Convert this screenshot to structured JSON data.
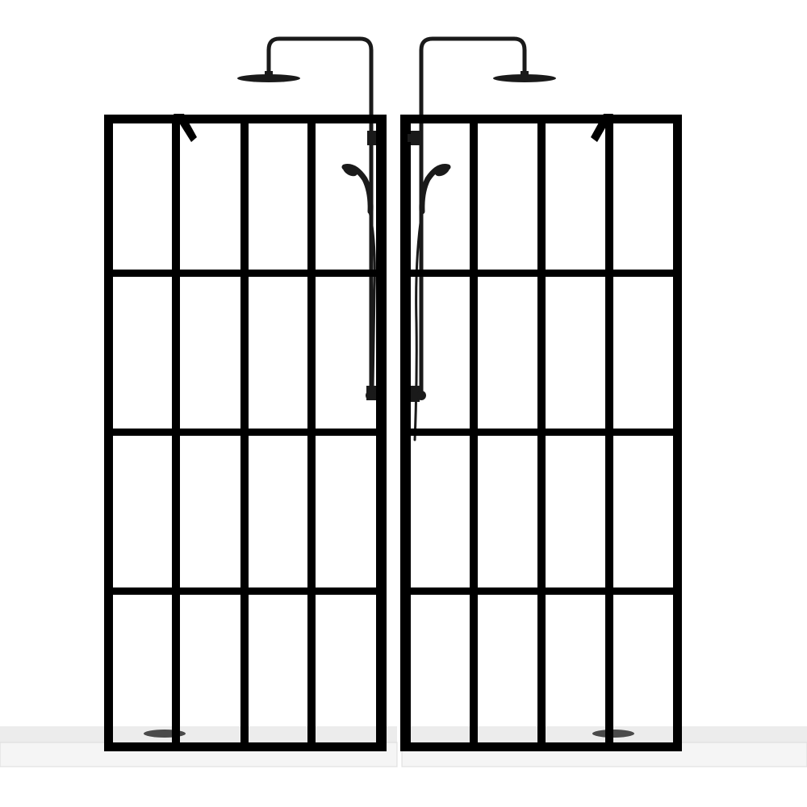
{
  "scene": {
    "subject": "two-grid-framed-shower-screens",
    "colors": {
      "background": "#ffffff",
      "frame": "#000000",
      "fixture": "#1a1a1a",
      "tray": "#e9e9e9",
      "tray_shadow": "#d2d2d2"
    },
    "panels": [
      {
        "id": "left-panel",
        "grid_columns": 4,
        "grid_rows": 4,
        "shower_side": "right"
      },
      {
        "id": "right-panel",
        "grid_columns": 4,
        "grid_rows": 4,
        "shower_side": "left"
      }
    ]
  }
}
